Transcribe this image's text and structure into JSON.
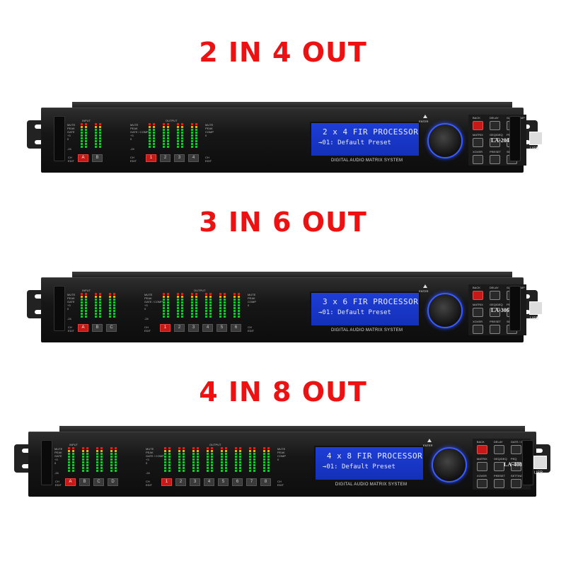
{
  "headings": [
    "2 IN 4 OUT",
    "3 IN 6 OUT",
    "4 IN 8 OUT"
  ],
  "units": [
    {
      "model": "LA-204",
      "lcd_line1": "2 x 4  FIR PROCESSOR",
      "lcd_line2": "→01: Default Preset",
      "inputs": [
        "A",
        "B"
      ],
      "outputs": [
        "1",
        "2",
        "3",
        "4"
      ]
    },
    {
      "model": "LA-306",
      "lcd_line1": "3 x 6  FIR PROCESSOR",
      "lcd_line2": "→01: Default Preset",
      "inputs": [
        "A",
        "B",
        "C"
      ],
      "outputs": [
        "1",
        "2",
        "3",
        "4",
        "5",
        "6"
      ]
    },
    {
      "model": "LA-408",
      "lcd_line1": "4 x 8  FIR PROCESSOR",
      "lcd_line2": "→01: Default Preset",
      "inputs": [
        "A",
        "B",
        "C",
        "D"
      ],
      "outputs": [
        "1",
        "2",
        "3",
        "4",
        "5",
        "6",
        "7",
        "8"
      ]
    }
  ],
  "panel_labels": {
    "input": "INPUT",
    "output": "OUTPUT",
    "mute_peak_gate": "MUTE\nPEAK\nGATE\n+3\n0",
    "mute_peak_gate_comp": "MUTE\nPEAK\nGATE / COMP\n+3\n0",
    "mute_peak_comp": "MUTE\nPEAK\nCOMP\n0",
    "minus24": "-24",
    "ch_edit": "CH\nEDIT",
    "system": "DIGITAL AUDIO MATRIX SYSTEM",
    "enter": "ENTER",
    "usb": "USB"
  },
  "function_buttons": [
    "BACK",
    "DELAY",
    "GATE / COMP",
    "MATRIX",
    "GEQ/DEQ",
    "PEQ",
    "XOVER",
    "PRESET",
    "SETTING"
  ],
  "colors": {
    "heading": "#ee1111",
    "lcd": "#1e3ed6",
    "meter_green": "#1fbf3a",
    "meter_red": "#e02020",
    "knob_ring": "#3a5cff"
  }
}
